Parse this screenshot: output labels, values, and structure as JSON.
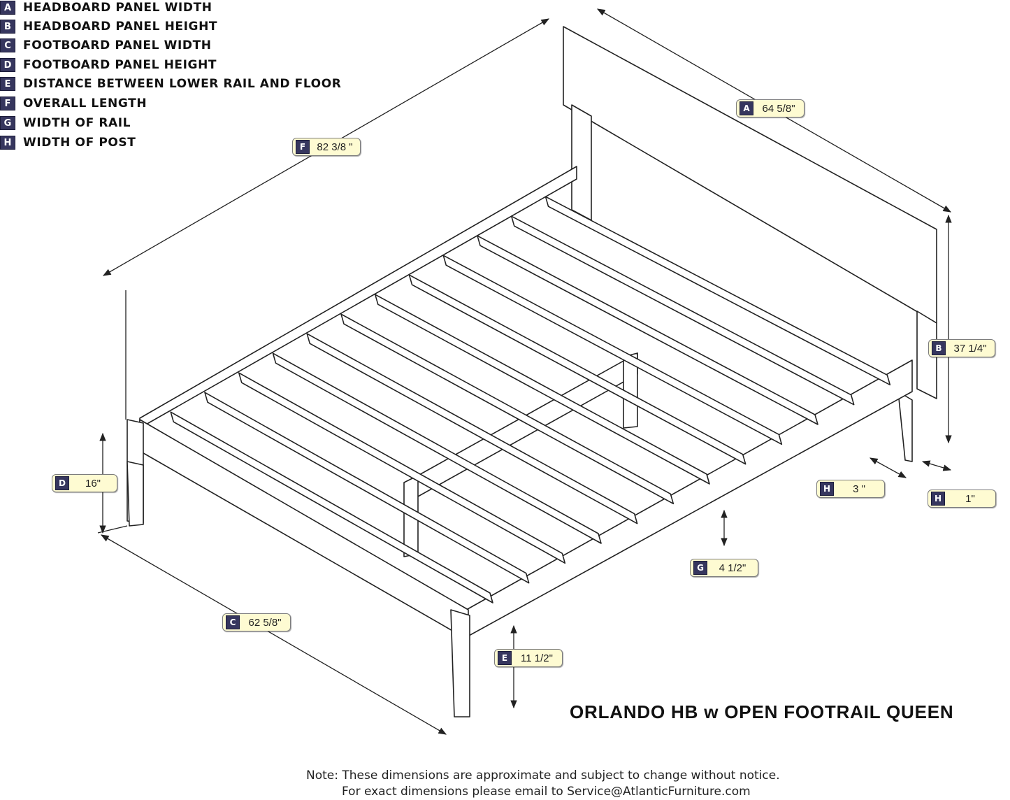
{
  "legend": [
    {
      "key": "A",
      "text": "HEADBOARD PANEL WIDTH"
    },
    {
      "key": "B",
      "text": "HEADBOARD PANEL HEIGHT"
    },
    {
      "key": "C",
      "text": "FOOTBOARD PANEL WIDTH"
    },
    {
      "key": "D",
      "text": "FOOTBOARD PANEL HEIGHT"
    },
    {
      "key": "E",
      "text": "DISTANCE BETWEEN LOWER RAIL AND FLOOR"
    },
    {
      "key": "F",
      "text": "OVERALL LENGTH"
    },
    {
      "key": "G",
      "text": "WIDTH OF RAIL"
    },
    {
      "key": "H",
      "text": "WIDTH OF POST"
    }
  ],
  "dimensions": {
    "A": {
      "key": "A",
      "value": "64 5/8\""
    },
    "B": {
      "key": "B",
      "value": "37 1/4\""
    },
    "C": {
      "key": "C",
      "value": "62 5/8\""
    },
    "D": {
      "key": "D",
      "value": "16\""
    },
    "E": {
      "key": "E",
      "value": "11 1/2\""
    },
    "F": {
      "key": "F",
      "value": "82 3/8 \""
    },
    "G": {
      "key": "G",
      "value": "4 1/2\""
    },
    "H1": {
      "key": "H",
      "value": "3 \""
    },
    "H2": {
      "key": "H",
      "value": "1\""
    }
  },
  "product_title": "ORLANDO HB w OPEN FOOTRAIL QUEEN",
  "note": {
    "line1": "Note:  These dimensions are approximate and subject to change without notice.",
    "line2": "For exact dimensions please email to Service@AtlanticFurniture.com"
  },
  "colors": {
    "key_badge": "#36365e",
    "tag_fill": "#fefbd2",
    "line": "#222222"
  }
}
